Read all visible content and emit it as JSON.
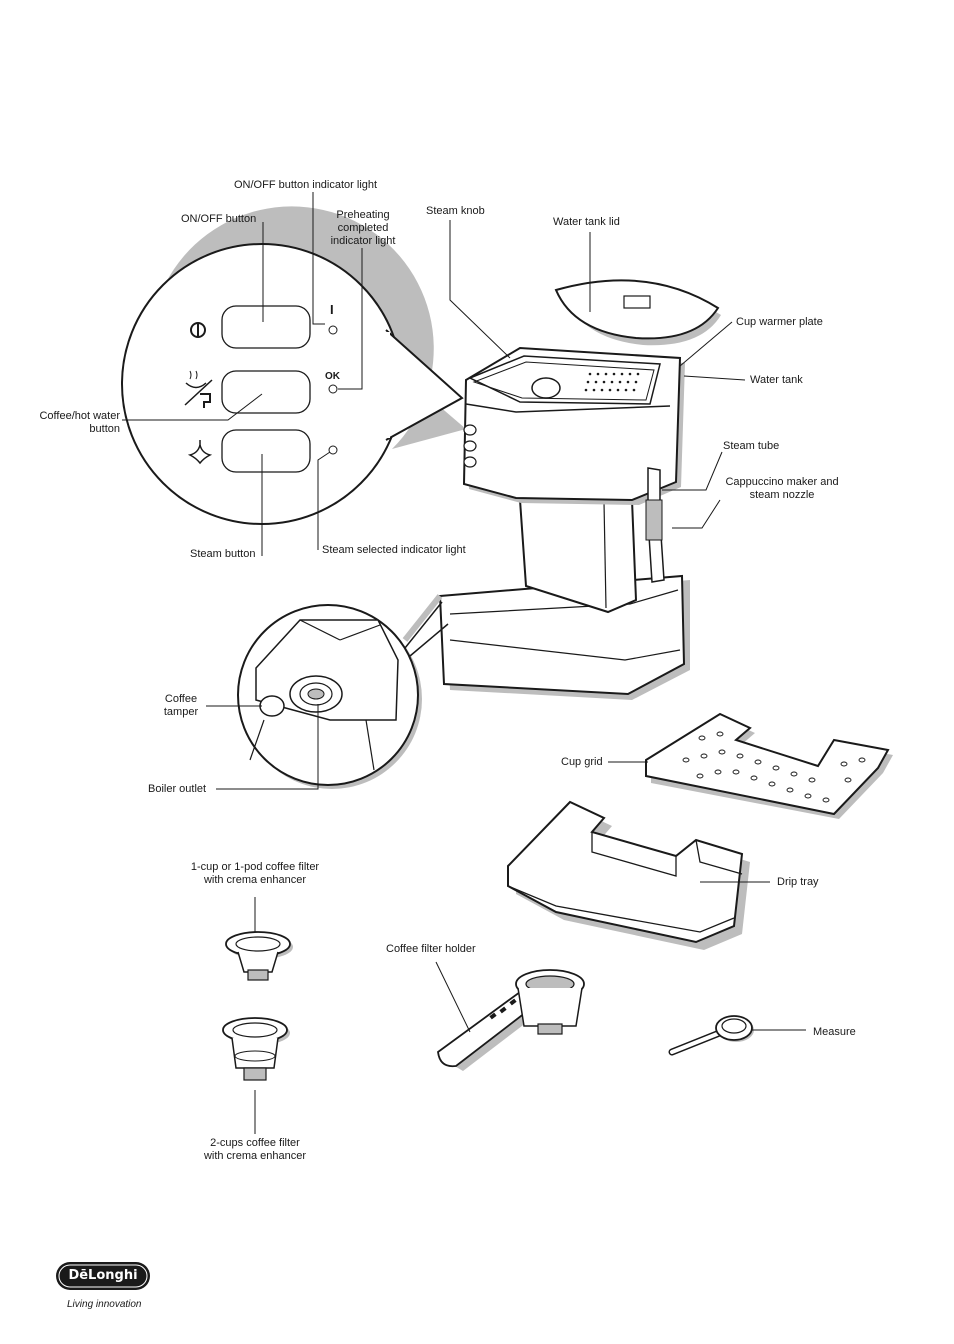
{
  "labels": {
    "onoff_light": "ON/OFF button indicator light",
    "onoff_button": "ON/OFF button",
    "preheat_light": "Preheating\ncompleted\nindicator light",
    "steam_knob": "Steam knob",
    "water_tank_lid": "Water tank lid",
    "cup_warmer": "Cup warmer plate",
    "water_tank": "Water tank",
    "coffee_hot_water": "Coffee/hot water\nbutton",
    "steam_tube": "Steam tube",
    "cappuccino": "Cappuccino maker and\nsteam nozzle",
    "steam_button": "Steam button",
    "steam_selected": "Steam selected indicator light",
    "coffee_tamper": "Coffee\ntamper",
    "boiler_outlet": "Boiler outlet",
    "cup_grid": "Cup grid",
    "filter_1cup": "1-cup or 1-pod coffee filter\nwith crema enhancer",
    "drip_tray": "Drip tray",
    "filter_holder": "Coffee filter holder",
    "measure": "Measure",
    "filter_2cup": "2-cups coffee filter\nwith crema enhancer"
  },
  "panel": {
    "on_mark": "I",
    "ok_mark": "OK"
  },
  "brand": {
    "logo": "DēLonghi",
    "tagline": "Living innovation"
  },
  "icons": [
    "power-icon",
    "coffee-hot-water-icon",
    "steam-icon"
  ],
  "colors": {
    "ink": "#1a1a1a",
    "shade": "#bdbdbd",
    "paper": "#ffffff"
  }
}
